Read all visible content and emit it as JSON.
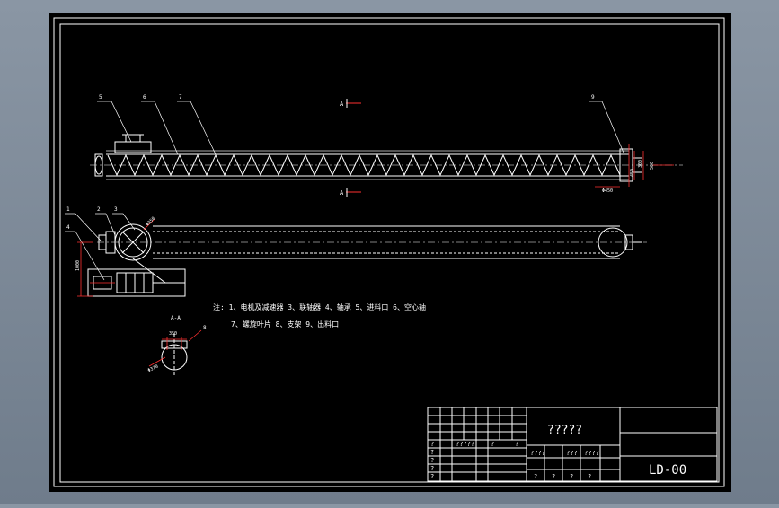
{
  "drawing": {
    "section_marks": [
      "A",
      "A"
    ],
    "callouts_top": [
      "5",
      "6",
      "7",
      "9"
    ],
    "callouts_side": [
      "1",
      "2",
      "3",
      "4"
    ],
    "dims": {
      "d_right_1": "300",
      "d_right_2": "500",
      "d_right_3": "450",
      "d_right_4": "Φ450",
      "d_side": "1000",
      "d_section_w": "350",
      "d_section_d": "Φ370",
      "d_circle": "Φ350"
    },
    "section_label": "A-A",
    "section_callout": "8",
    "notes_line1": "注: 1、电机及减速器 3、联轴器 4、轴承 5、进料口 6、空心轴",
    "notes_line2": "7、螺旋叶片 8、支架 9、出料口"
  },
  "title_block": {
    "title": "?????",
    "drawing_no": "LD-00",
    "row_labels": [
      "?",
      "?",
      "?",
      "?",
      "?"
    ],
    "mid_labels": [
      "?????",
      "?",
      "?"
    ],
    "right_labels": [
      "????",
      "???",
      "????"
    ],
    "bottom_labels": [
      "?",
      "?",
      "?",
      "?"
    ]
  },
  "colors": {
    "background": "#000000",
    "frame": "#ffffff",
    "callout": "#ff0000",
    "outer": "#8a96a4"
  }
}
